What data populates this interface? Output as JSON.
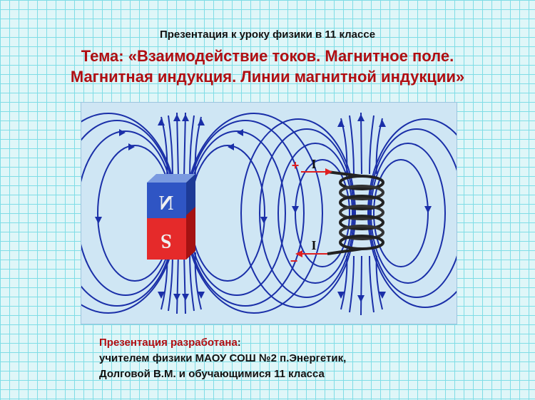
{
  "slide": {
    "subtitle": "Презентация к уроку физики в 11 классе",
    "title": "Тема: «Взаимодействие токов. Магнитное поле.\nМагнитная индукция. Линии магнитной индукции»",
    "figure": {
      "magnet": {
        "north_label": "N",
        "south_label": "S",
        "north_color": "#2f55c4",
        "south_color": "#e52a2a"
      },
      "solenoid": {
        "plus_label": "+",
        "minus_label": "−",
        "current_top": "I",
        "current_bottom": "I"
      },
      "field_line_color": "#1a2fa8"
    },
    "credits": {
      "heading": "Презентация разработана",
      "heading_suffix": ":",
      "line1": "учителем физики  МАОУ СОШ №2 п.Энергетик,",
      "line2": "Долговой В.М. и обучающимися 11 класса"
    },
    "colors": {
      "title": "#b00e12",
      "grid": "#7fdde6",
      "background": "#dff6f8"
    }
  }
}
